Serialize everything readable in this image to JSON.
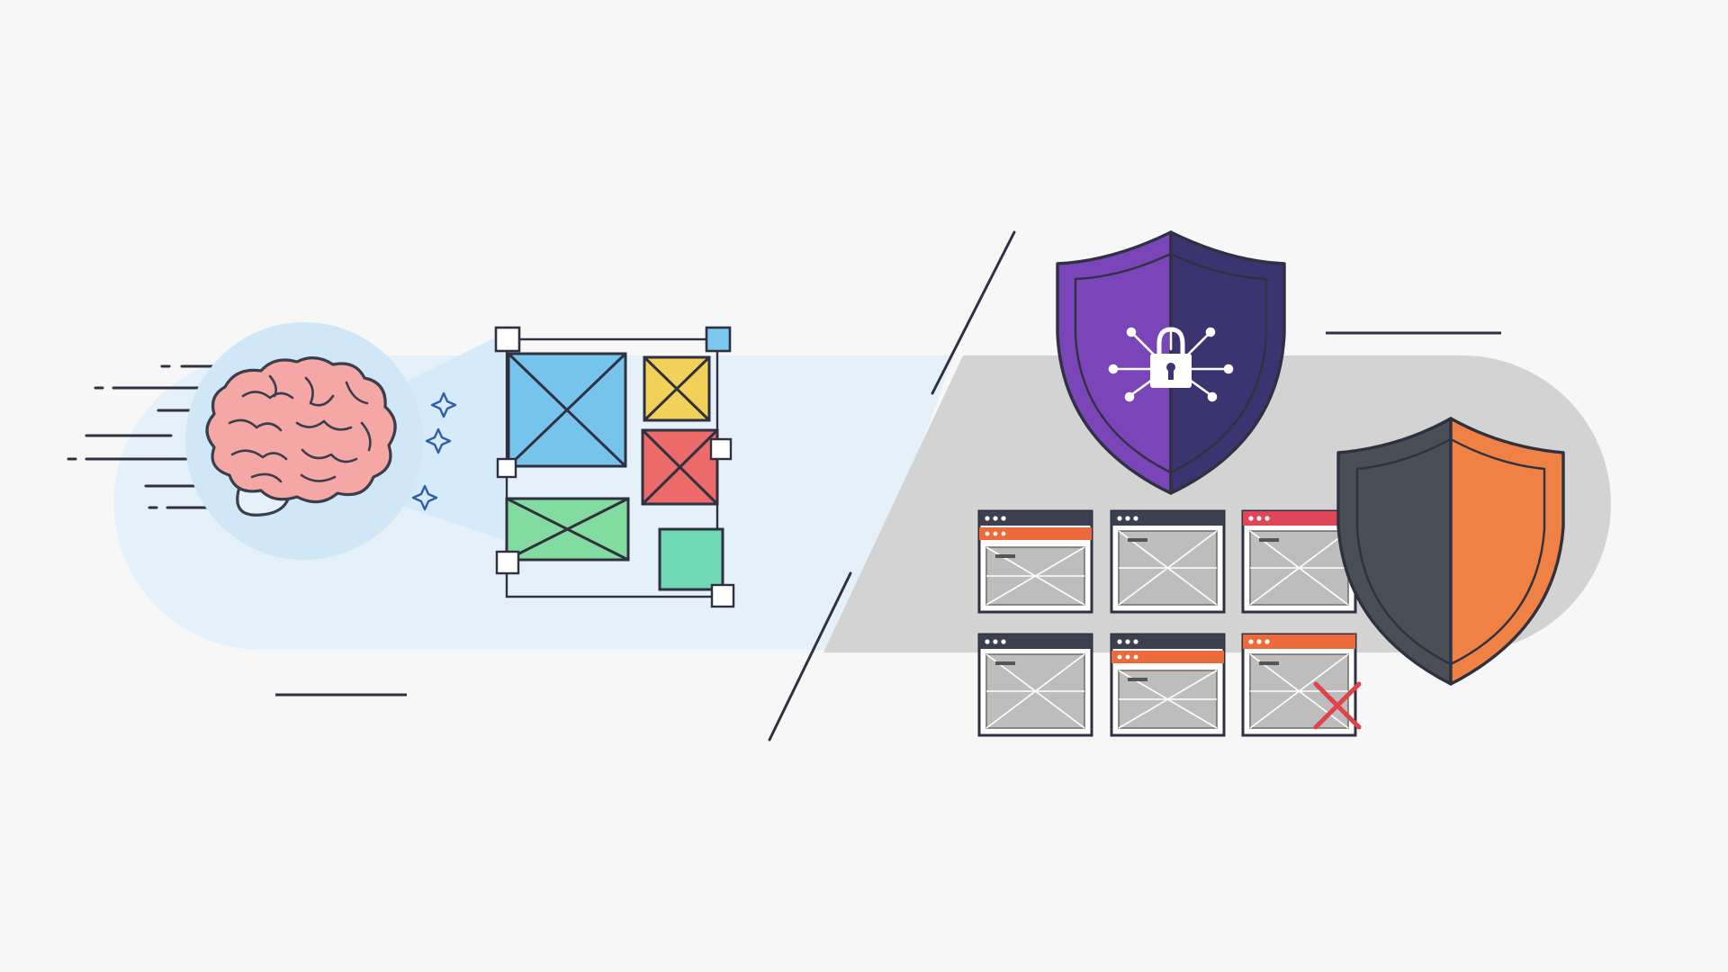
{
  "palette": {
    "background": "#f7f7f7",
    "left_band": "#e4f1fa",
    "brain_glow": "#cfe7f6",
    "brain_fill": "#f4a7a5",
    "brain_stroke": "#3a3d4a",
    "right_band": "#d3d3d3",
    "outline": "#2f3140",
    "wire_blue": "#76c4ec",
    "wire_yellow": "#f3d05a",
    "wire_red": "#ec6a6a",
    "wire_green": "#82dca0",
    "wire_teal": "#6fd8b4",
    "handle_blue": "#7cc7ee",
    "sparkle": "#2f5fa8",
    "shield_purple_light": "#7a45b8",
    "shield_purple_dark": "#3b3470",
    "shield_gray": "#4a4e57",
    "shield_orange": "#f08145",
    "window_header_dark": "#3b3f4f",
    "window_header_orange": "#ef6a3a",
    "window_header_red": "#e04558",
    "window_body": "#bdbdbd",
    "reject_mark": "#e0424a"
  },
  "icons": {
    "brain": "brain-icon",
    "wireframe": "wireframe-grid-icon",
    "sparkles": "sparkle-icon",
    "shield_lock": "shield-lock-icon",
    "shield_plain": "shield-icon",
    "window": "browser-window-icon",
    "reject": "x-mark-icon"
  },
  "windows": [
    {
      "header": "dark",
      "accent": "orange"
    },
    {
      "header": "dark",
      "accent": "none"
    },
    {
      "header": "red",
      "accent": "none"
    },
    {
      "header": "dark",
      "accent": "none"
    },
    {
      "header": "dark",
      "accent": "orange"
    },
    {
      "header": "orange",
      "accent": "none",
      "rejected": true
    }
  ]
}
